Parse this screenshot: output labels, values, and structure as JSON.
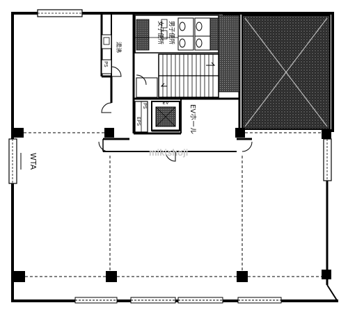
{
  "labels": {
    "wta": "WTA",
    "ev_hall": "EVホール",
    "ps_left": "PS",
    "ps_center": "PS",
    "eps": "EPS",
    "kyuto": "湯沸",
    "toilet_f": "女子便所",
    "toilet_m": "男子便所",
    "ev": "EV",
    "watermark": "mikishoji"
  }
}
